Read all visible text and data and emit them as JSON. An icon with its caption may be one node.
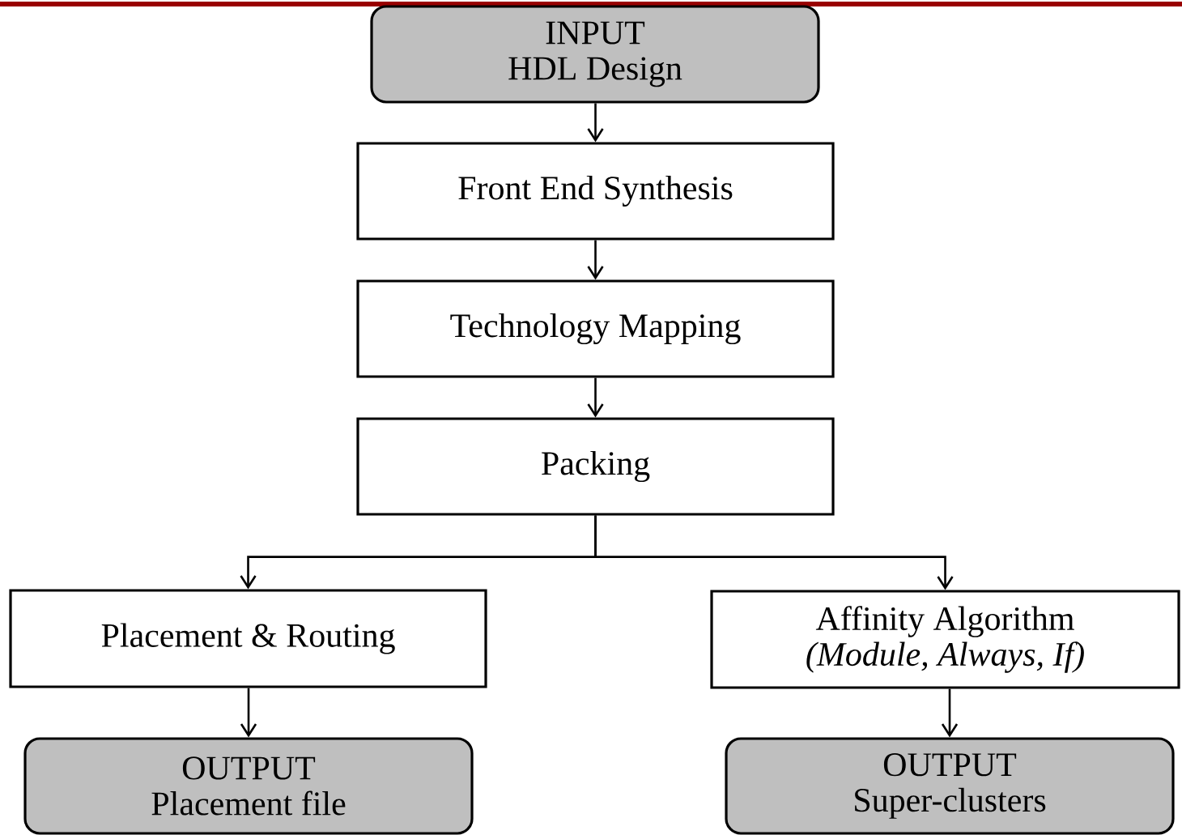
{
  "diagram": {
    "nodes": [
      {
        "text": [
          "INPUT",
          "HDL Design"
        ]
      },
      {
        "text": [
          "Front End Synthesis"
        ]
      },
      {
        "text": [
          "Technology Mapping"
        ]
      },
      {
        "text": [
          "Packing"
        ]
      },
      {
        "text": [
          "Placement & Routing"
        ]
      },
      {
        "text": [
          "Affinity Algorithm",
          "(Module, Always, If)"
        ]
      },
      {
        "text": [
          "OUTPUT",
          "Placement file"
        ]
      },
      {
        "text": [
          "OUTPUT",
          "Super-clusters"
        ]
      }
    ],
    "edges": [
      {
        "from": 0,
        "to": 1,
        "arrow": "to"
      },
      {
        "from": 1,
        "to": 2,
        "arrow": "to"
      },
      {
        "from": 2,
        "to": 3,
        "arrow": "to"
      },
      {
        "from": 3,
        "to": 4,
        "arrow": "to"
      },
      {
        "from": 3,
        "to": 5,
        "arrow": "to"
      },
      {
        "from": 4,
        "to": 6,
        "arrow": "to"
      },
      {
        "from": 5,
        "to": 7,
        "arrow": "to"
      }
    ]
  }
}
